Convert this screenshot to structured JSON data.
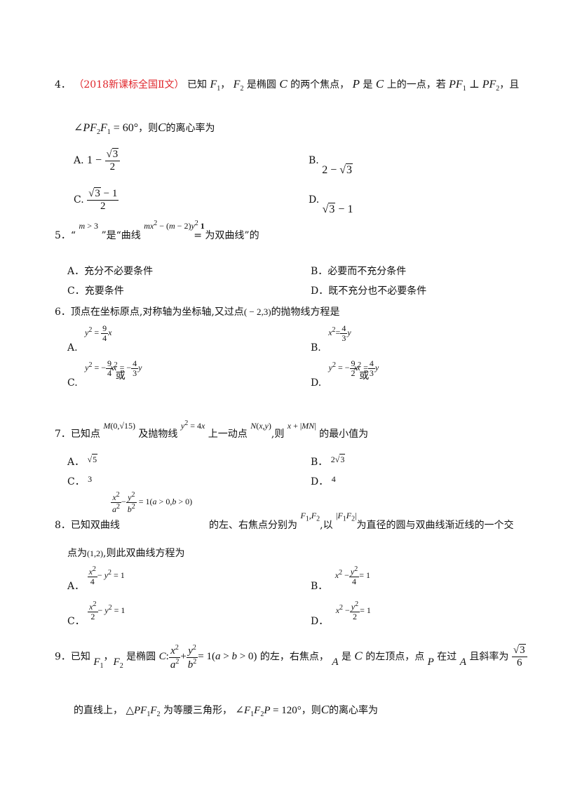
{
  "questions": {
    "q4": {
      "number": "4．",
      "source": "（2018新课标全国Ⅱ文）",
      "line1_a": "已知",
      "line1_b": "是椭圆",
      "line1_c": "的两个焦点，",
      "line1_d": "是",
      "line1_e": "上的一点，若",
      "line1_f": "，且",
      "line2": "，则",
      "line2_b": "的离心率为",
      "opt_a": "A.",
      "opt_b": "B.",
      "opt_c": "C.",
      "opt_d": "D."
    },
    "q5": {
      "number": "5．",
      "open_q": "“",
      "mid": "”是“曲线",
      "eq": "=",
      "tail": "为双曲线”的",
      "opt_a": "A．充分不必要条件",
      "opt_b": "B．必要而不充分条件",
      "opt_c": "C．充要条件",
      "opt_d": "D．既不充分也不必要条件"
    },
    "q6": {
      "text": "6．顶点在坐标原点,对称轴为坐标轴,又过点",
      "tail": "的抛物线方程是",
      "opt_a": "A.",
      "opt_b": "B.",
      "opt_c": "C.",
      "opt_d": "D.",
      "or": "或"
    },
    "q7": {
      "a": "7．已知点",
      "b": "及抛物线",
      "c": "上一动点",
      "d": ",则",
      "e": "的最小值为",
      "opt_a": "A．",
      "opt_b": "B．",
      "opt_c": "C．",
      "opt_d": "D．",
      "val_c": "3",
      "val_d": "4"
    },
    "q8": {
      "a": "8．已知双曲线",
      "b": "的左、右焦点分别为",
      "c": ",以",
      "d": "为直径的圆与双曲线渐近线的一个交",
      "line2": "点为",
      "line2_b": ",则此双曲线方程为",
      "opt_a": "A．",
      "opt_b": "B．",
      "opt_c": "C．",
      "opt_d": "D．"
    },
    "q9": {
      "a": "9．已知",
      "b": "是椭圆",
      "c": "的左，右焦点，",
      "d": "是",
      "e": "的左顶点，点",
      "f": "在过",
      "g": "且斜率为",
      "line2_a": "的直线上，",
      "line2_b": "为等腰三角形，",
      "line2_c": "，则",
      "line2_d": "的离心率为"
    }
  }
}
